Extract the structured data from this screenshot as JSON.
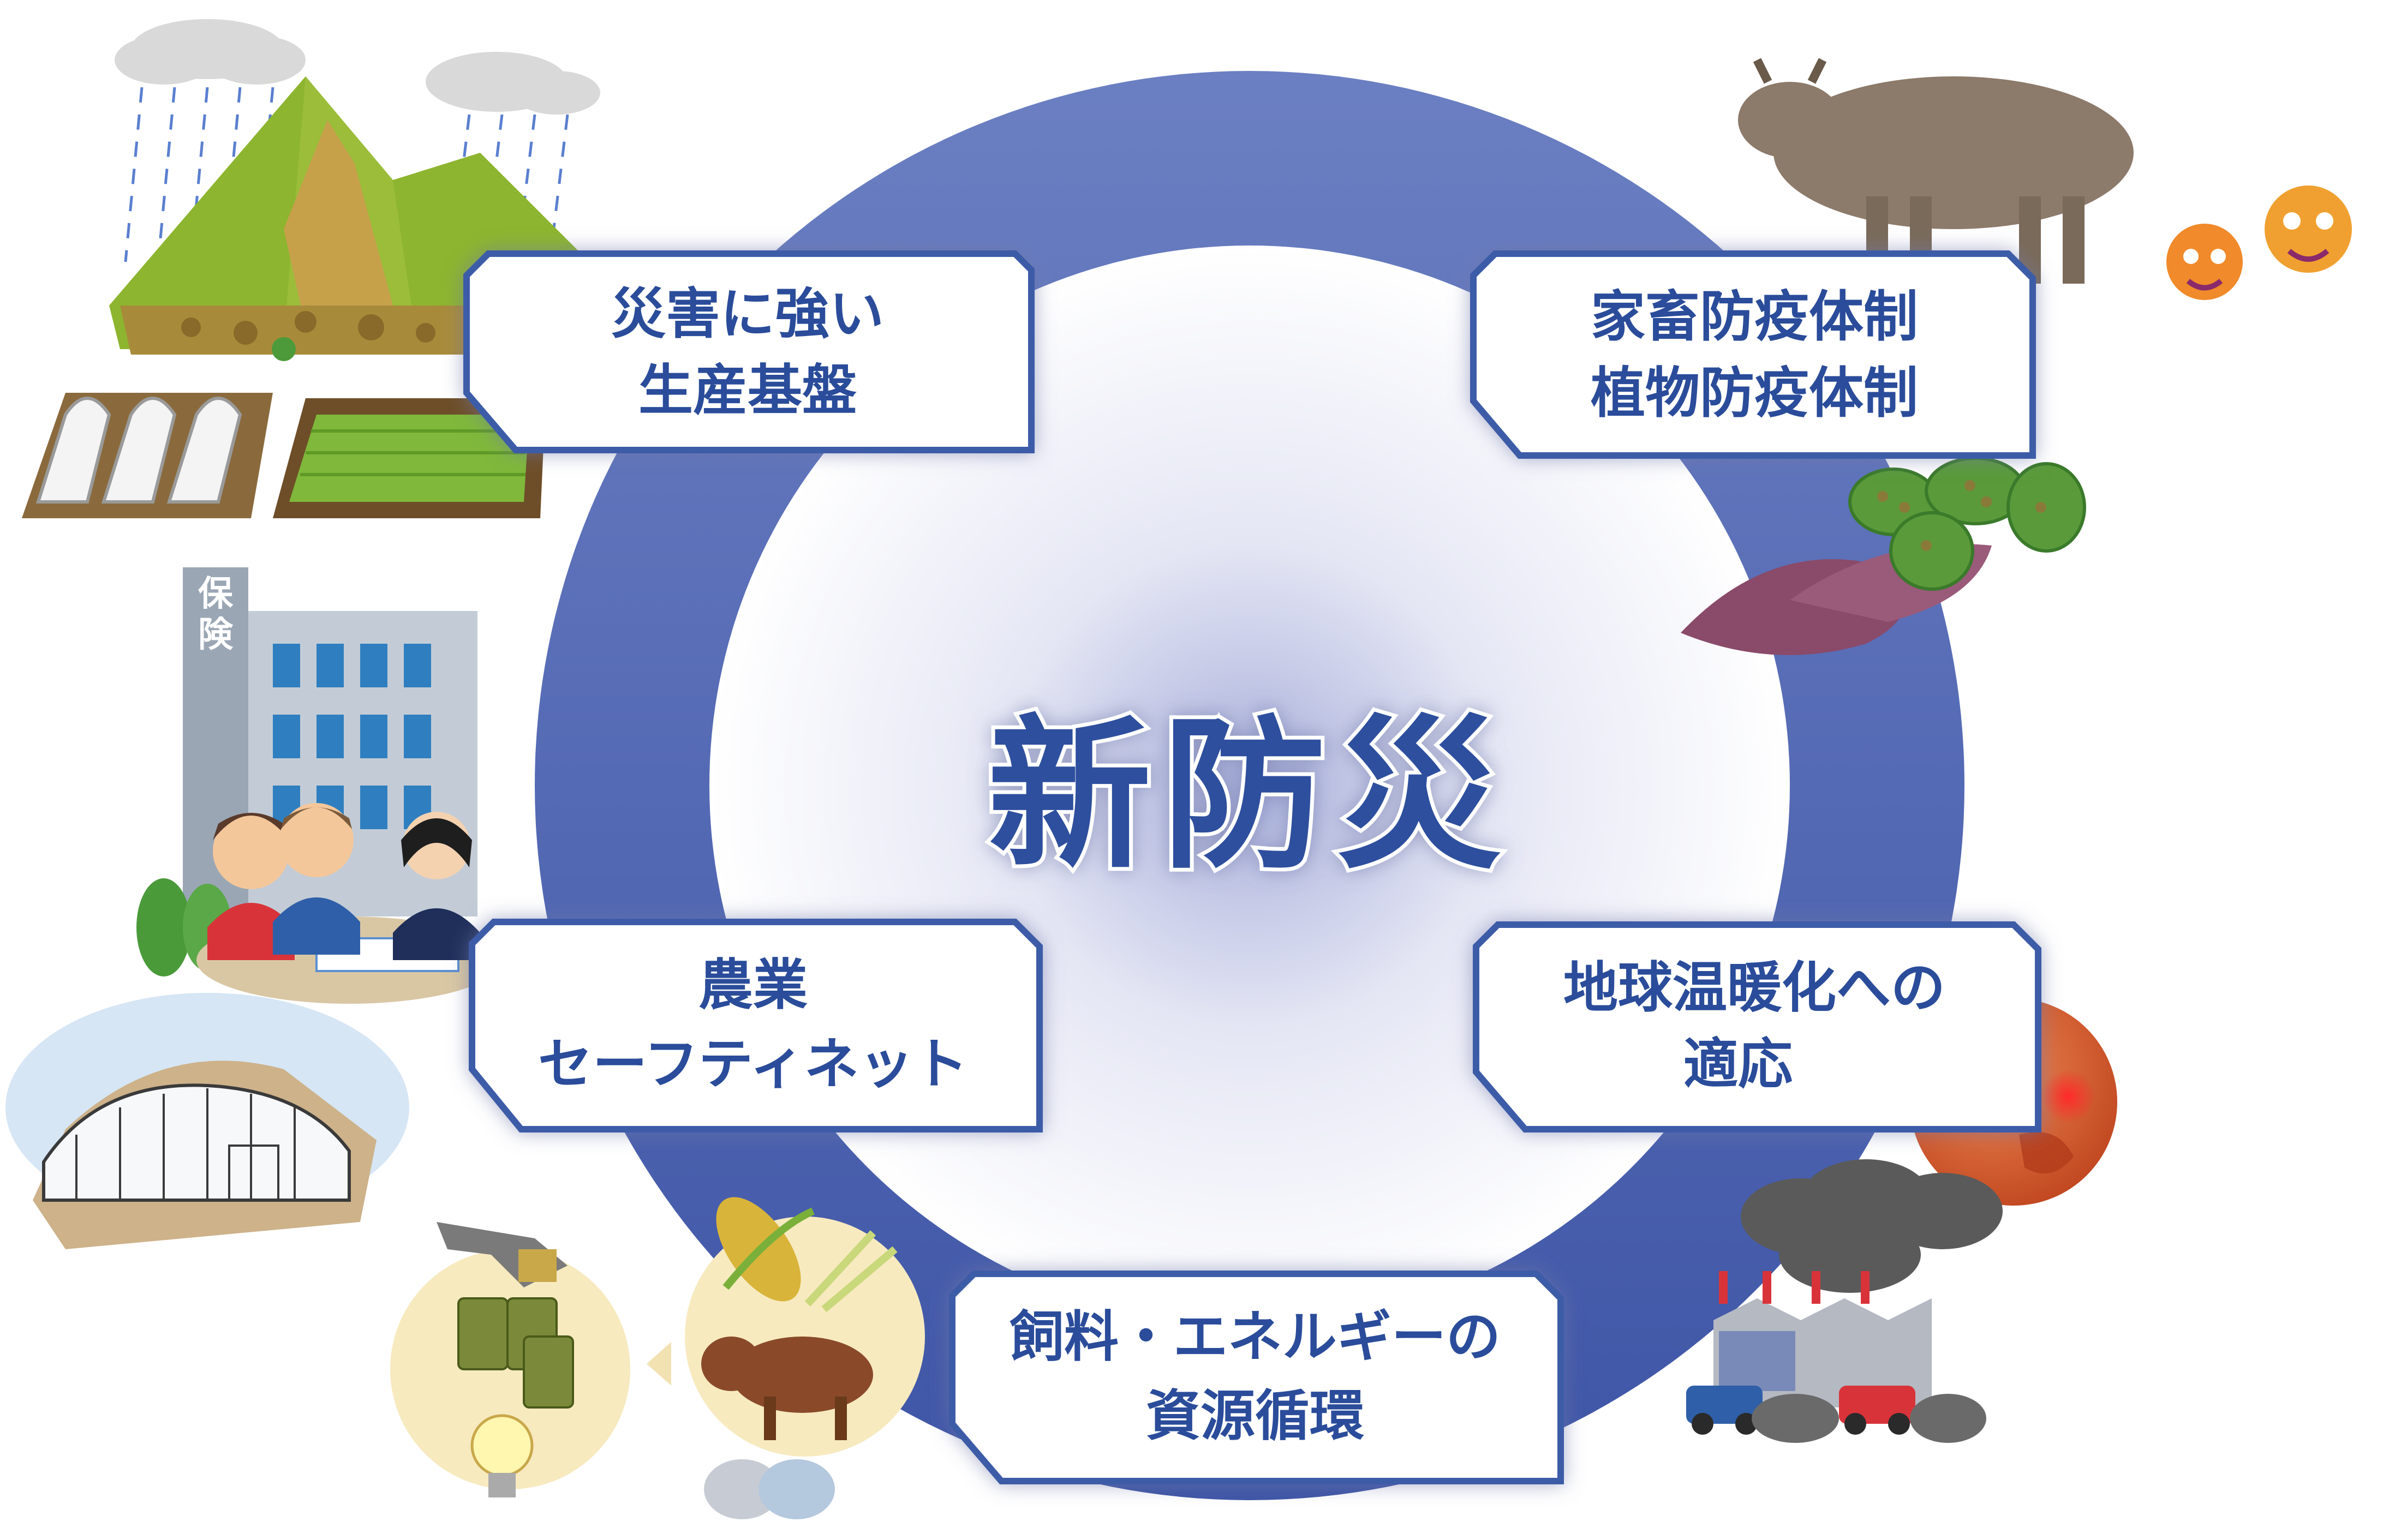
{
  "center": {
    "title": "新防災"
  },
  "boxes": [
    {
      "id": "production-base",
      "line1": "災害に強い",
      "line2": "生産基盤"
    },
    {
      "id": "quarantine",
      "line1": "家畜防疫体制",
      "line2": "植物防疫体制"
    },
    {
      "id": "safety-net",
      "line1": "農業",
      "line2": "セーフティネット"
    },
    {
      "id": "warming",
      "line1": "地球温暖化への",
      "line2": "適応"
    },
    {
      "id": "resource-cycle",
      "line1": "飼料・エネルギーの",
      "line2": "資源循環"
    }
  ],
  "illustrations": {
    "insurance_sign": [
      "保",
      "険"
    ]
  },
  "colors": {
    "ring": "#4a5fac",
    "ring_light": "#6b7fc2",
    "box_border": "#3c5ca8",
    "title_text": "#2e4f9e",
    "label_text": "#2a4c9a"
  }
}
